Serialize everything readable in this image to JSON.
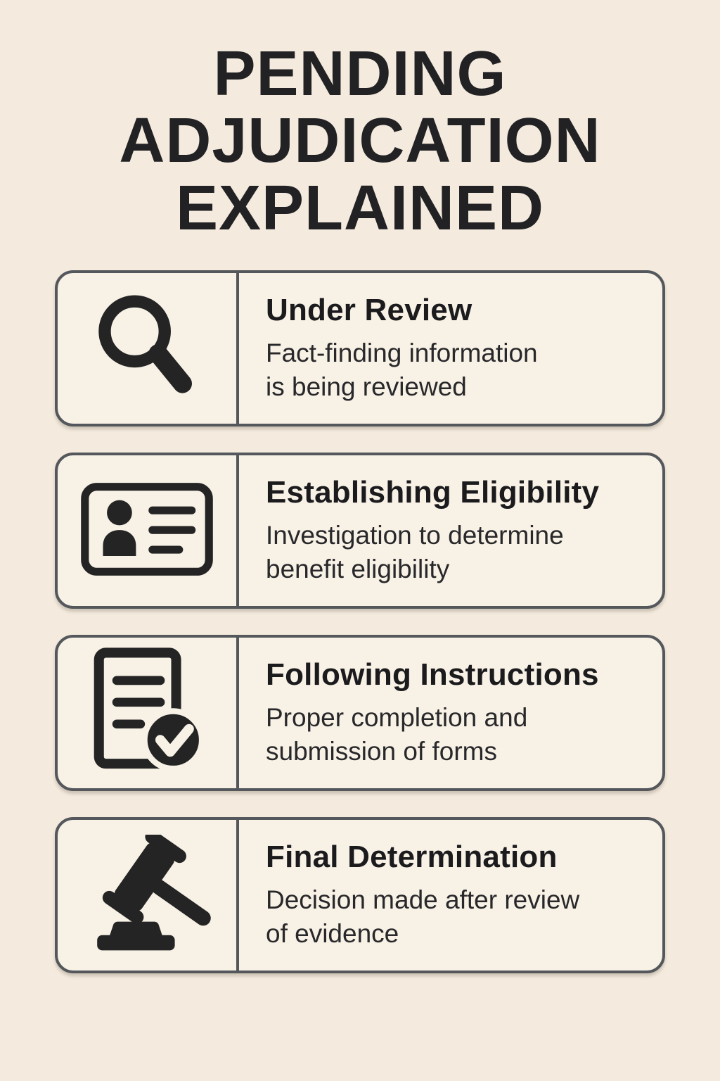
{
  "page": {
    "background_color": "#f4ebde",
    "card_background_color": "#f8f1e6",
    "border_color": "#54575b",
    "text_color": "#1e1e20",
    "icon_color": "#242424"
  },
  "title": {
    "text": "PENDING ADJUDICATION EXPLAINED",
    "lines": [
      "PENDING",
      "ADJUDICATION",
      "EXPLAINED"
    ]
  },
  "cards": [
    {
      "icon": "magnifier-icon",
      "heading": "Under Review",
      "description": "Fact-finding information is being reviewed",
      "description_lines": [
        "Fact-finding information",
        "is being reviewed"
      ]
    },
    {
      "icon": "id-card-icon",
      "heading": "Establishing Eligibility",
      "description": "Investigation to determine benefit eligibility",
      "description_lines": [
        "Investigation to determine",
        "benefit eligibility"
      ]
    },
    {
      "icon": "document-check-icon",
      "heading": "Following Instructions",
      "description": "Proper completion and submission of forms",
      "description_lines": [
        "Proper completion and",
        "submission of forms"
      ]
    },
    {
      "icon": "gavel-icon",
      "heading": "Final Determination",
      "description": "Decision made after review of evidence",
      "description_lines": [
        "Decision made after review",
        "of evidence"
      ]
    }
  ]
}
